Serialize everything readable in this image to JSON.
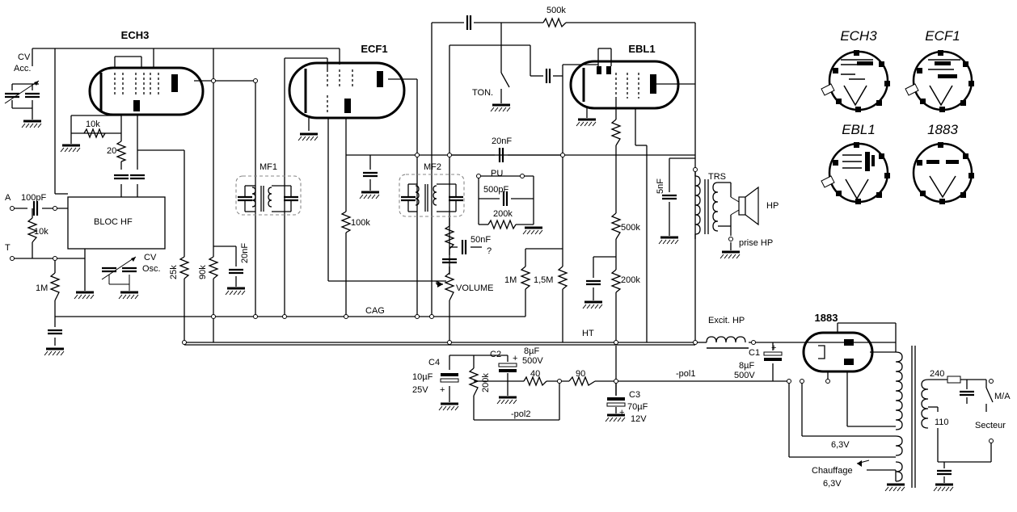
{
  "tubes": {
    "ech3": "ECH3",
    "ecf1": "ECF1",
    "ebl1": "EBL1",
    "r1883": "1883"
  },
  "sockets": [
    "ECH3",
    "ECF1",
    "EBL1",
    "1883"
  ],
  "labels": {
    "cv_acc_1": "CV",
    "cv_acc_2": "Acc.",
    "r10k_a": "10k",
    "r20": "20",
    "a": "A",
    "c100pf": "100pF",
    "r10k_b": "10k",
    "t": "T",
    "bloc_hf": "BLOC HF",
    "cv_osc_1": "CV",
    "cv_osc_2": "Osc.",
    "r1m_a": "1M",
    "r25k": "25k",
    "r90k": "90k",
    "c20nf_a": "20nF",
    "mf1": "MF1",
    "mf2": "MF2",
    "r100k": "100k",
    "cag": "CAG",
    "r500k_top": "500k",
    "ton": "TON.",
    "c20nf_b": "20nF",
    "pu": "PU",
    "c500pf": "500pF",
    "r200k_a": "200k",
    "c50nf": "50nF",
    "q": "?",
    "volume": "VOLUME",
    "r1m_b": "1M",
    "r15m": "1,5M",
    "c5nf": "5nF",
    "r500k_b": "500k",
    "r200k_b": "200k",
    "trs": "TRS",
    "hp": "HP",
    "prise_hp": "prise HP",
    "ht": "HT",
    "excit_hp": "Excit. HP",
    "c1": "C1",
    "c1_v1": "8µF",
    "c1_v2": "500V",
    "c2": "C2",
    "c2_v1": "8µF",
    "c2_v2": "500V",
    "c4": "C4",
    "c4_v1": "10µF",
    "c4_v2": "25V",
    "r200k_c": "200k",
    "r40": "40",
    "r90": "90",
    "pol1": "-pol1",
    "pol2": "-pol2",
    "c3": "C3",
    "c3_v1": "70µF",
    "c3_v2": "12V",
    "v63_a": "6,3V",
    "chauffage": "Chauffage",
    "v63_b": "6,3V",
    "t240": "240",
    "t110": "110",
    "ma": "M/A",
    "secteur": "Secteur"
  }
}
